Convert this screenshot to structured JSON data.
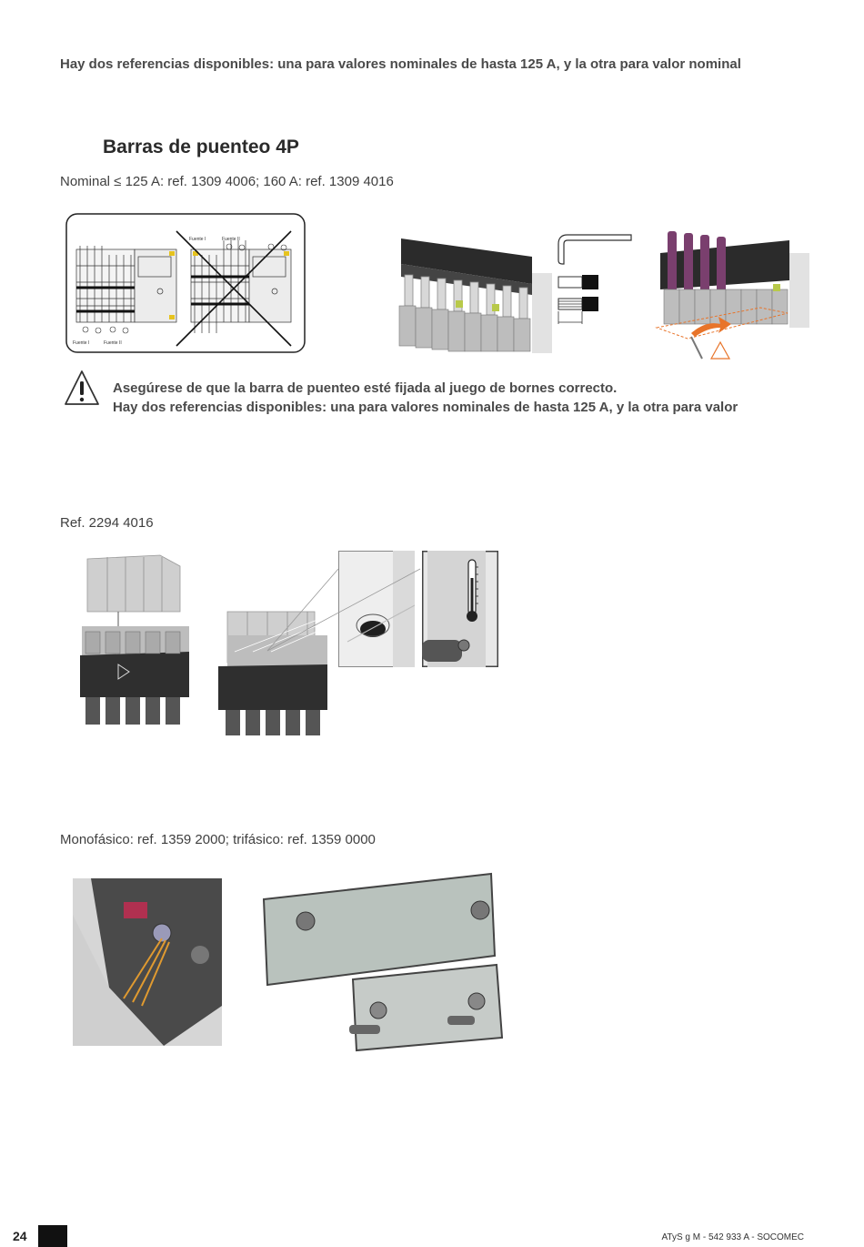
{
  "intro": {
    "text": "Hay dos referencias disponibles: una para valores nominales de hasta 125 A, y la otra para valor nominal"
  },
  "section_bridge": {
    "title": "Barras de puenteo 4P",
    "refs": "Nominal ≤ 125 A: ref. 1309 4006; 160 A: ref. 1309 4016",
    "diagram_labels": {
      "fuente_1": "Fuente I",
      "fuente_2": "Fuente II"
    },
    "warning_line1": "Asegúrese de que la barra de puenteo esté fijada al juego de bornes correcto.",
    "warning_line2": "Hay dos referencias disponibles: una para valores nominales de hasta 125 A, y la otra para valor"
  },
  "section_cover": {
    "ref": "Ref. 2294 4016"
  },
  "section_phase": {
    "refs": "Monofásico: ref. 1359 2000; trifásico: ref. 1359 0000"
  },
  "footer": {
    "page_number": "24",
    "doc_ref": "ATyS g M - 542 933 A - SOCOMEC"
  },
  "colors": {
    "text": "#3c3c3c",
    "accent_orange": "#e8742a",
    "bar_purple": "#7a3f6e"
  }
}
